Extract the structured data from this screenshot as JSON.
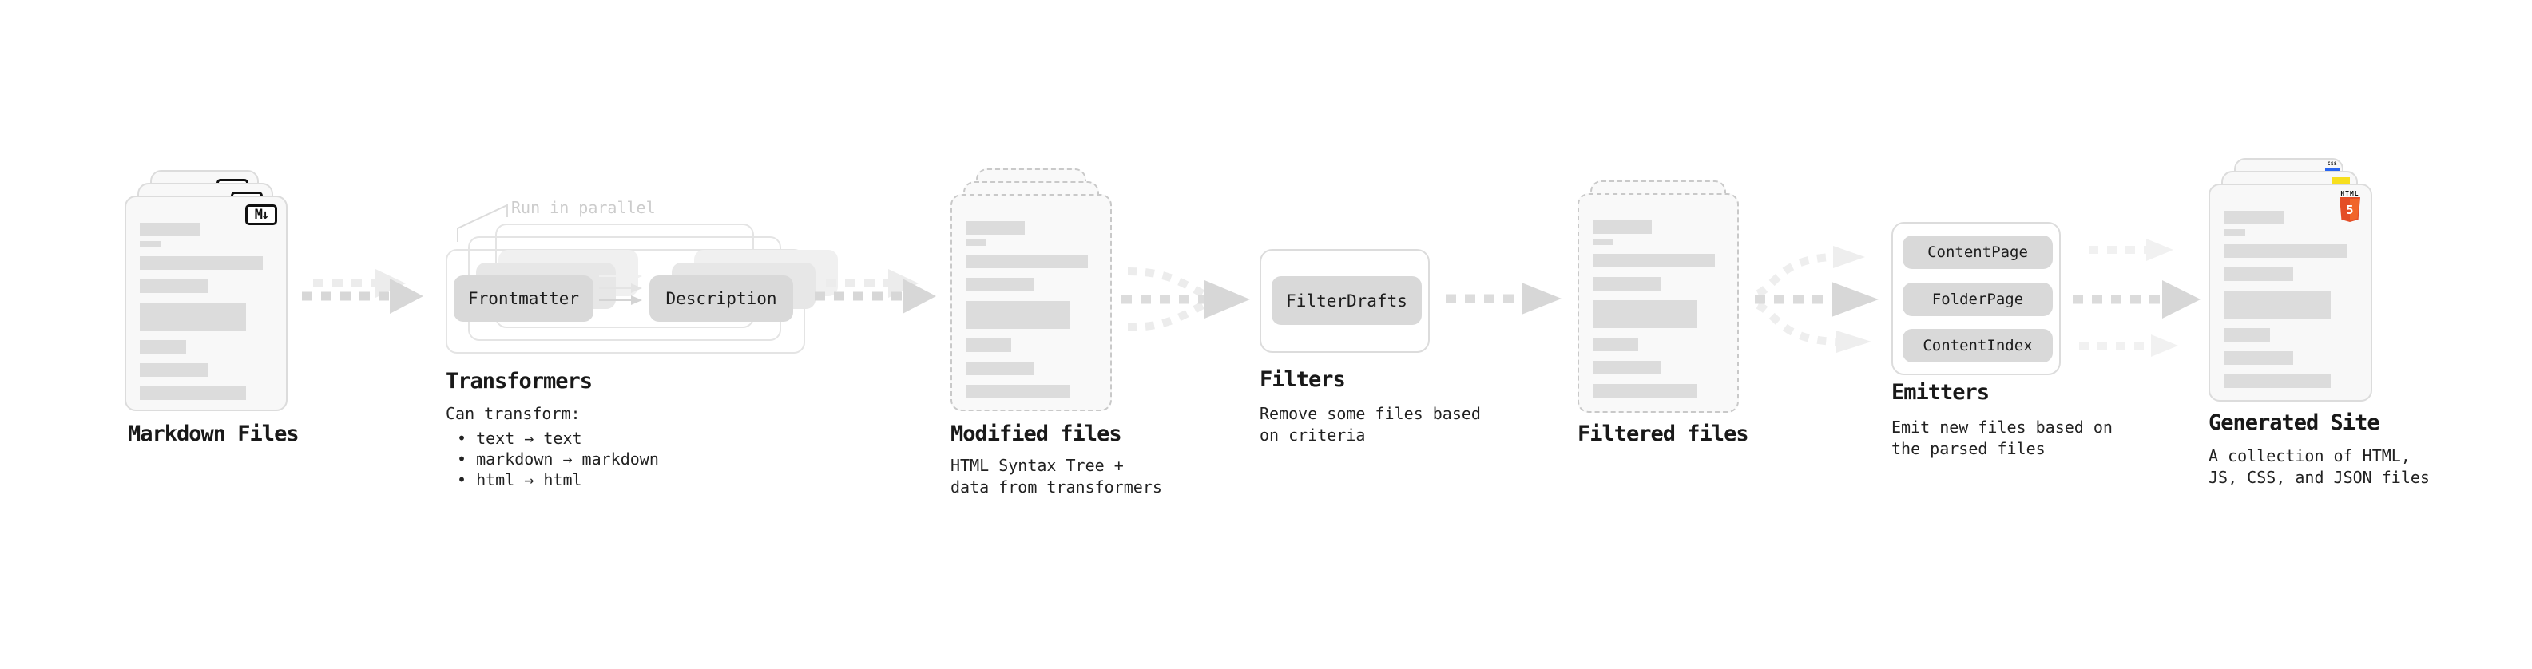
{
  "colors": {
    "html5_orange": "#e44d26",
    "html5_orange_light": "#f16529",
    "js_yellow": "#f7df1e",
    "css_blue": "#2965f1"
  },
  "icons": {
    "markdown_badge": "M↓",
    "html5_wordmark": "HTML",
    "html5_digit": "5",
    "css_wordmark": "CSS"
  },
  "markdown": {
    "title": "Markdown Files"
  },
  "transformers": {
    "annotation": "Run in parallel",
    "pill_frontmatter": "Frontmatter",
    "pill_description": "Description",
    "title": "Transformers",
    "subtitle": "Can transform:",
    "bullet_1": "• text → text",
    "bullet_2": "• markdown → markdown",
    "bullet_3": "• html → html"
  },
  "modified": {
    "title": "Modified files",
    "subtitle_line_1": "HTML Syntax Tree +",
    "subtitle_line_2": "data from transformers"
  },
  "filters": {
    "title": "Filters",
    "pill_filterdrafts": "FilterDrafts",
    "subtitle_line_1": "Remove some files based",
    "subtitle_line_2": "on criteria"
  },
  "filtered": {
    "title": "Filtered files"
  },
  "emitters": {
    "title": "Emitters",
    "pill_contentpage": "ContentPage",
    "pill_folderpage": "FolderPage",
    "pill_contentindex": "ContentIndex",
    "subtitle_line_1": "Emit new files based on",
    "subtitle_line_2": "the parsed files"
  },
  "generated": {
    "title": "Generated Site",
    "subtitle_line_1": "A collection of HTML,",
    "subtitle_line_2": "JS, CSS, and JSON files"
  }
}
